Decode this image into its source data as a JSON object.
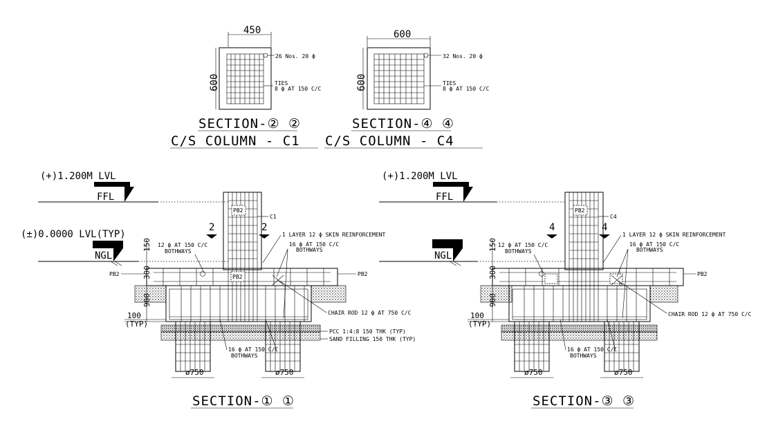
{
  "diagram": {
    "cs_c1": {
      "width_dim": "450",
      "height_dim": "600",
      "bars_label": "26 Nos. 20 ф",
      "ties_label_1": "TIES",
      "ties_label_2": "8 ф AT 150 C/C",
      "section_title": "SECTION-② ②",
      "column_title": "C/S COLUMN - C1"
    },
    "cs_c4": {
      "width_dim": "600",
      "height_dim": "600",
      "bars_label": "32 Nos. 20 ф",
      "ties_label_1": "TIES",
      "ties_label_2": "8 ф AT 150 C/C",
      "section_title": "SECTION-④ ④",
      "column_title": "C/S COLUMN - C4"
    },
    "sec1": {
      "level_top": "(+)1.200M LVL",
      "ffl": "FFL",
      "level_zero": "(±)0.0000 LVL(TYP)",
      "ngl": "NGL",
      "column_tag": "C1",
      "section_mark": "2",
      "pb2": "PB2",
      "skin_reinf": "1 LAYER 12 ф SKIN REINFORCEMENT",
      "bars_left_1": "12 ф AT 150 C/C",
      "bars_left_2": "BOTHWAYS",
      "bars_right_1": "16 ф AT 150 C/C",
      "bars_right_2": "BOTHWAYS",
      "chair_rod": "CHAIR ROD 12 ф AT 750 C/C",
      "pcc": "PCC 1:4:8 150 THK (TYP)",
      "sand": "SAND FILLING 150 THK (TYP)",
      "bottom_bars_1": "16 ф AT 150 C/C",
      "bottom_bars_2": "BOTHWAYS",
      "dim_150": "150",
      "dim_300": "300",
      "dim_900": "900",
      "dim_100": "100",
      "dim_typ": "(TYP)",
      "pile_dia": "ø750",
      "title": "SECTION-① ①"
    },
    "sec3": {
      "level_top": "(+)1.200M LVL",
      "ffl": "FFL",
      "ngl": "NGL",
      "column_tag": "C4",
      "section_mark": "4",
      "pb2": "PB2",
      "skin_reinf": "1 LAYER 12 ф SKIN REINFORCEMENT",
      "bars_left_1": "12 ф AT 150 C/C",
      "bars_left_2": "BOTHWAYS",
      "bars_right_1": "16 ф AT 150 C/C",
      "bars_right_2": "BOTHWAYS",
      "chair_rod": "CHAIR ROD 12 ф AT 750 C/C",
      "bottom_bars_1": "16 ф AT 150 C/C",
      "bottom_bars_2": "BOTHWAYS",
      "dim_150": "150",
      "dim_300": "300",
      "dim_900": "900",
      "dim_100": "100",
      "dim_typ": "(TYP)",
      "pile_dia": "ø750",
      "title": "SECTION-③ ③"
    }
  }
}
